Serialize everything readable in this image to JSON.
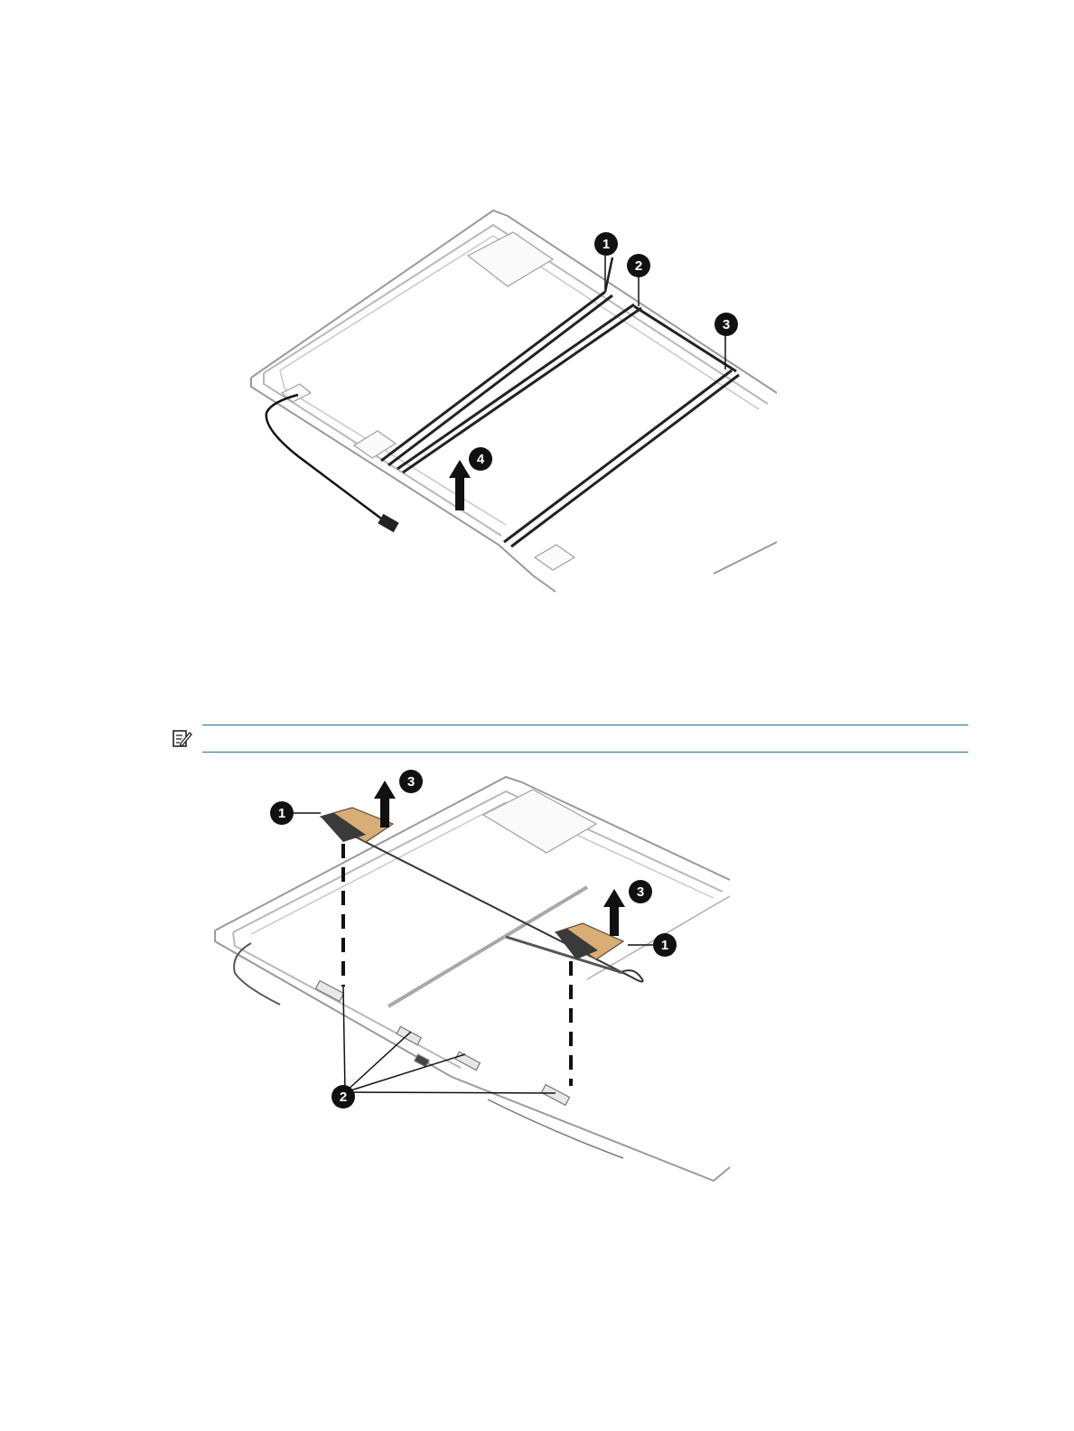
{
  "figure1": {
    "callouts": [
      "1",
      "2",
      "3",
      "4"
    ]
  },
  "note": {
    "icon": "note-pencil-icon",
    "text": ""
  },
  "figure2": {
    "callouts": [
      "1",
      "1",
      "2",
      "3",
      "3"
    ]
  },
  "colors": {
    "rule": "#1f6d99",
    "callout": "#111111",
    "antenna_tape": "#d8ad76"
  }
}
